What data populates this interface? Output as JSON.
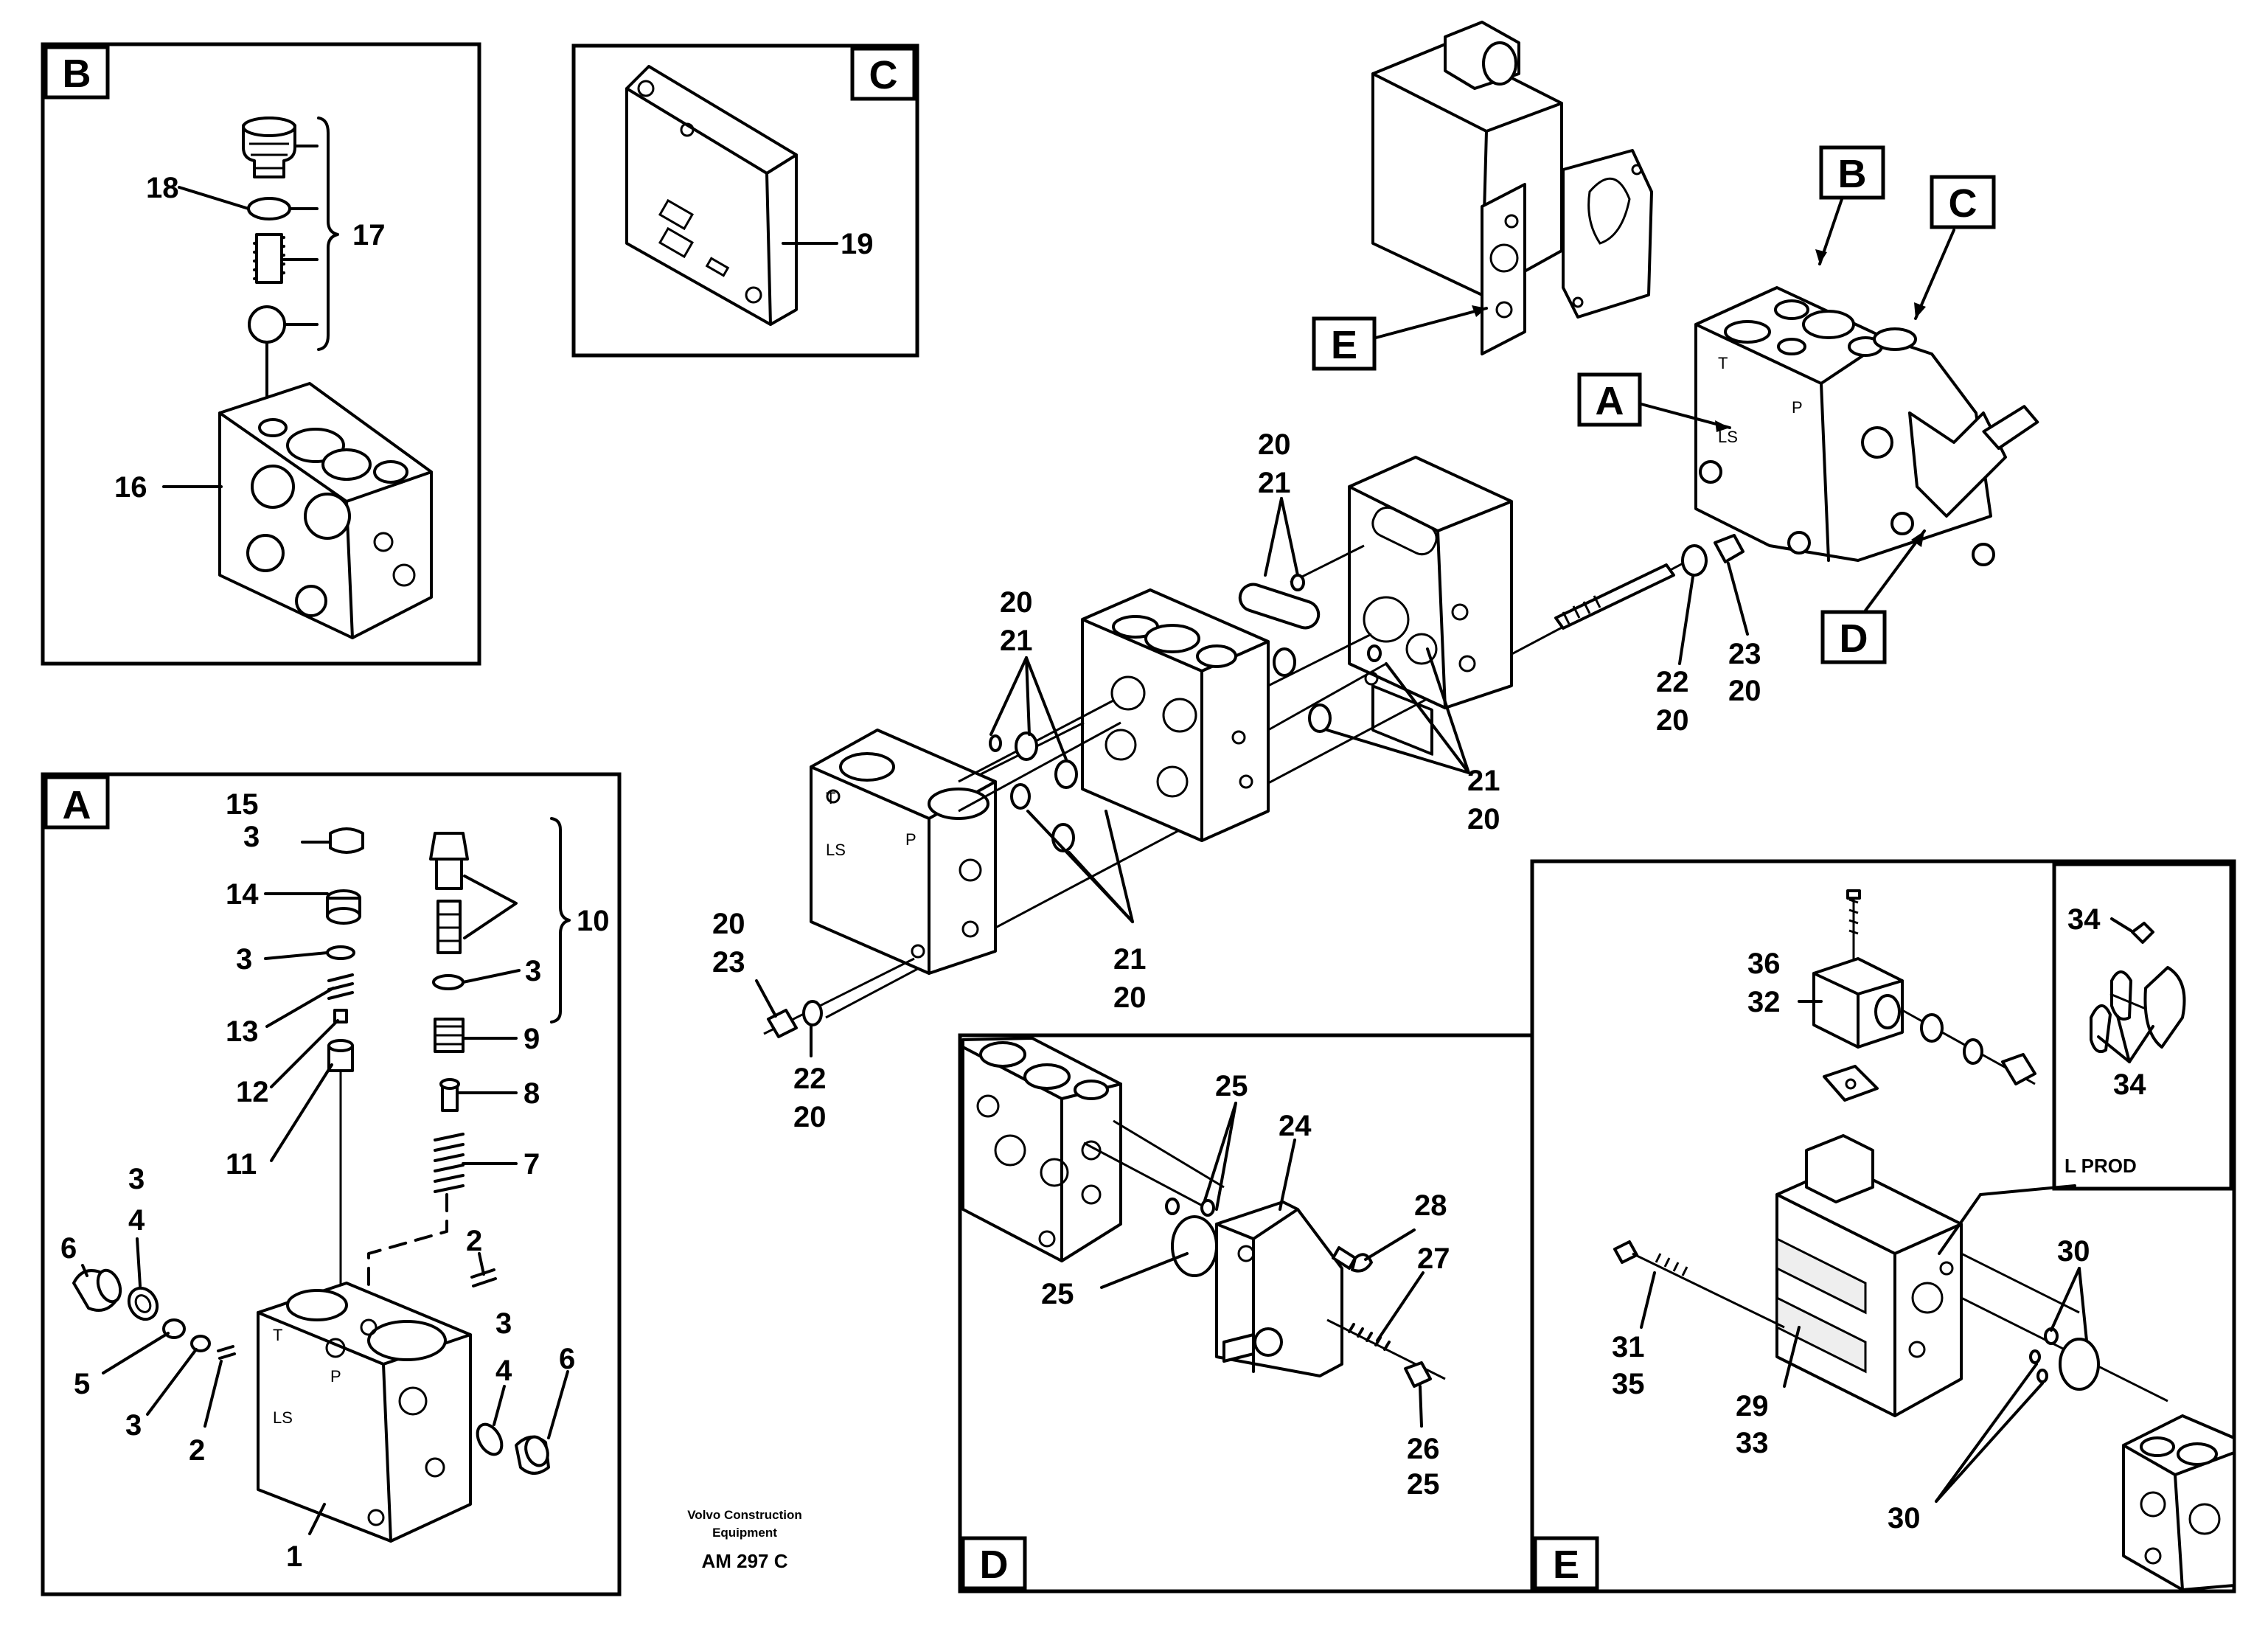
{
  "panels": {
    "A": {
      "letter": "A"
    },
    "B": {
      "letter": "B"
    },
    "C": {
      "letter": "C"
    },
    "D": {
      "letter": "D"
    },
    "E": {
      "letter": "E"
    }
  },
  "callouts": {
    "main": {
      "B": "B",
      "C": "C",
      "A": "A",
      "D": "D",
      "E": "E"
    },
    "ld": {
      "letter": "L PROD"
    }
  },
  "labels": {
    "b16": "16",
    "b17": "17",
    "b18": "18",
    "c19": "19",
    "a15": "15",
    "a3a": "3",
    "a14": "14",
    "a3b": "3",
    "a13": "13",
    "a12": "12",
    "a11": "11",
    "a10": "10",
    "a3c": "3",
    "a9": "9",
    "a8": "8",
    "a7": "7",
    "a3d": "3",
    "a4a": "4",
    "a6a": "6",
    "a5": "5",
    "a3e": "3",
    "a2a": "2",
    "a2b": "2",
    "a3f": "3",
    "a4b": "4",
    "a6b": "6",
    "a1": "1",
    "m20a": "20",
    "m21a": "21",
    "m20b": "20",
    "m21b": "21",
    "m21c": "21",
    "m20c": "20",
    "m21d": "21",
    "m20d": "20",
    "m20e": "20",
    "m23a": "23",
    "m22a": "22",
    "m20f": "20",
    "m22b": "22",
    "m20g": "20",
    "m23b": "23",
    "m20h": "20",
    "d25a": "25",
    "d24": "24",
    "d28": "28",
    "d27": "27",
    "d25b": "25",
    "d26": "26",
    "d25c": "25",
    "e36": "36",
    "e32": "32",
    "e34a": "34",
    "e34b": "34",
    "e30a": "30",
    "e31": "31",
    "e35": "35",
    "e29": "29",
    "e33": "33",
    "e30b": "30"
  },
  "footer": {
    "company_line1": "Volvo Construction",
    "company_line2": "Equipment",
    "code": "AM 297 C"
  },
  "block_markings": {
    "t": "T",
    "p": "P",
    "ls": "LS"
  }
}
